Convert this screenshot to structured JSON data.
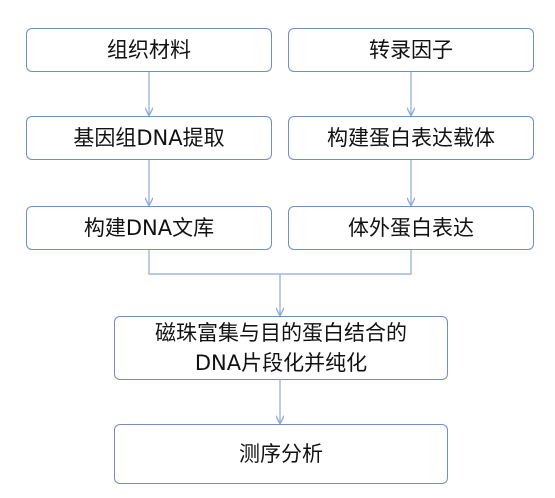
{
  "diagram": {
    "left_column": {
      "step1": "组织材料",
      "step2": "基因组DNA提取",
      "step3": "构建DNA文库"
    },
    "right_column": {
      "step1": "转录因子",
      "step2": "构建蛋白表达载体",
      "step3": "体外蛋白表达"
    },
    "merge_step": {
      "line1": "磁珠富集与目的蛋白结合的",
      "line2": "DNA片段化并纯化"
    },
    "final_step": "测序分析",
    "colors": {
      "box_border": "#6f8fc6",
      "connector": "#8fa9d6",
      "text": "#111111"
    }
  }
}
